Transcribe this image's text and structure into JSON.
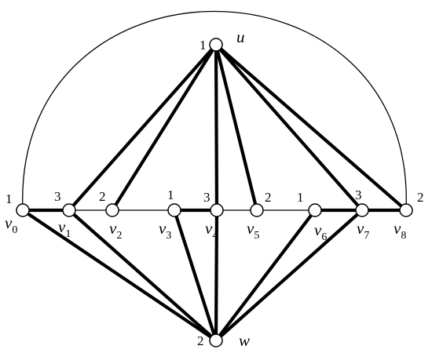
{
  "graph": {
    "vertices": [
      {
        "id": "u",
        "name": "u",
        "sub": "",
        "color_number": "1"
      },
      {
        "id": "w",
        "name": "w",
        "sub": "",
        "color_number": "2"
      },
      {
        "id": "v0",
        "name": "v",
        "sub": "0",
        "color_number": "1"
      },
      {
        "id": "v1",
        "name": "v",
        "sub": "1",
        "color_number": "3"
      },
      {
        "id": "v2",
        "name": "v",
        "sub": "2",
        "color_number": "2"
      },
      {
        "id": "v3",
        "name": "v",
        "sub": "3",
        "color_number": "1"
      },
      {
        "id": "v4",
        "name": "v",
        "sub": "4",
        "color_number": "3"
      },
      {
        "id": "v5",
        "name": "v",
        "sub": "5",
        "color_number": "2"
      },
      {
        "id": "v6",
        "name": "v",
        "sub": "6",
        "color_number": "1"
      },
      {
        "id": "v7",
        "name": "v",
        "sub": "7",
        "color_number": "3"
      },
      {
        "id": "v8",
        "name": "v",
        "sub": "8",
        "color_number": "2"
      }
    ],
    "edges": [
      {
        "from": "v0",
        "to": "v8",
        "style": "thin",
        "curve": "arc"
      },
      {
        "from": "v0",
        "to": "v1",
        "style": "thick"
      },
      {
        "from": "v1",
        "to": "v2",
        "style": "thin"
      },
      {
        "from": "v2",
        "to": "v3",
        "style": "thin"
      },
      {
        "from": "v3",
        "to": "v4",
        "style": "thick"
      },
      {
        "from": "v4",
        "to": "v5",
        "style": "thin"
      },
      {
        "from": "v5",
        "to": "v6",
        "style": "thin"
      },
      {
        "from": "v6",
        "to": "v7",
        "style": "thick"
      },
      {
        "from": "v7",
        "to": "v8",
        "style": "thick"
      },
      {
        "from": "u",
        "to": "v1",
        "style": "thick"
      },
      {
        "from": "u",
        "to": "v2",
        "style": "thick"
      },
      {
        "from": "u",
        "to": "v4",
        "style": "thick"
      },
      {
        "from": "u",
        "to": "v5",
        "style": "thick"
      },
      {
        "from": "u",
        "to": "v7",
        "style": "thick"
      },
      {
        "from": "u",
        "to": "v8",
        "style": "thick"
      },
      {
        "from": "w",
        "to": "v0",
        "style": "thick"
      },
      {
        "from": "w",
        "to": "v1",
        "style": "thick"
      },
      {
        "from": "w",
        "to": "v3",
        "style": "thick"
      },
      {
        "from": "w",
        "to": "v4",
        "style": "thick"
      },
      {
        "from": "w",
        "to": "v6",
        "style": "thick"
      },
      {
        "from": "w",
        "to": "v7",
        "style": "thick"
      }
    ]
  }
}
